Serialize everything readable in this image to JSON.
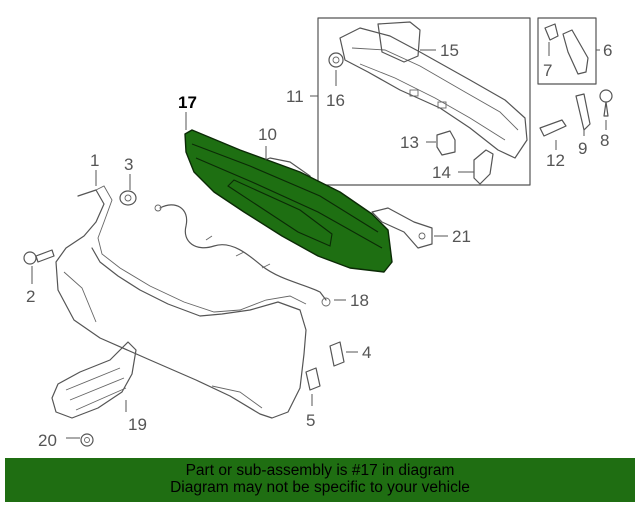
{
  "diagram": {
    "highlighted_part": "17",
    "callouts": [
      "1",
      "2",
      "3",
      "4",
      "5",
      "6",
      "7",
      "8",
      "9",
      "10",
      "11",
      "12",
      "13",
      "14",
      "15",
      "16",
      "17",
      "18",
      "19",
      "20",
      "21"
    ],
    "colors": {
      "highlight": "#1e6f12",
      "banner": "#1f6e12",
      "line": "#555555"
    }
  },
  "banner": {
    "line1": "Part or sub-assembly is #17 in diagram",
    "line2": "Diagram may not be specific to your vehicle"
  }
}
